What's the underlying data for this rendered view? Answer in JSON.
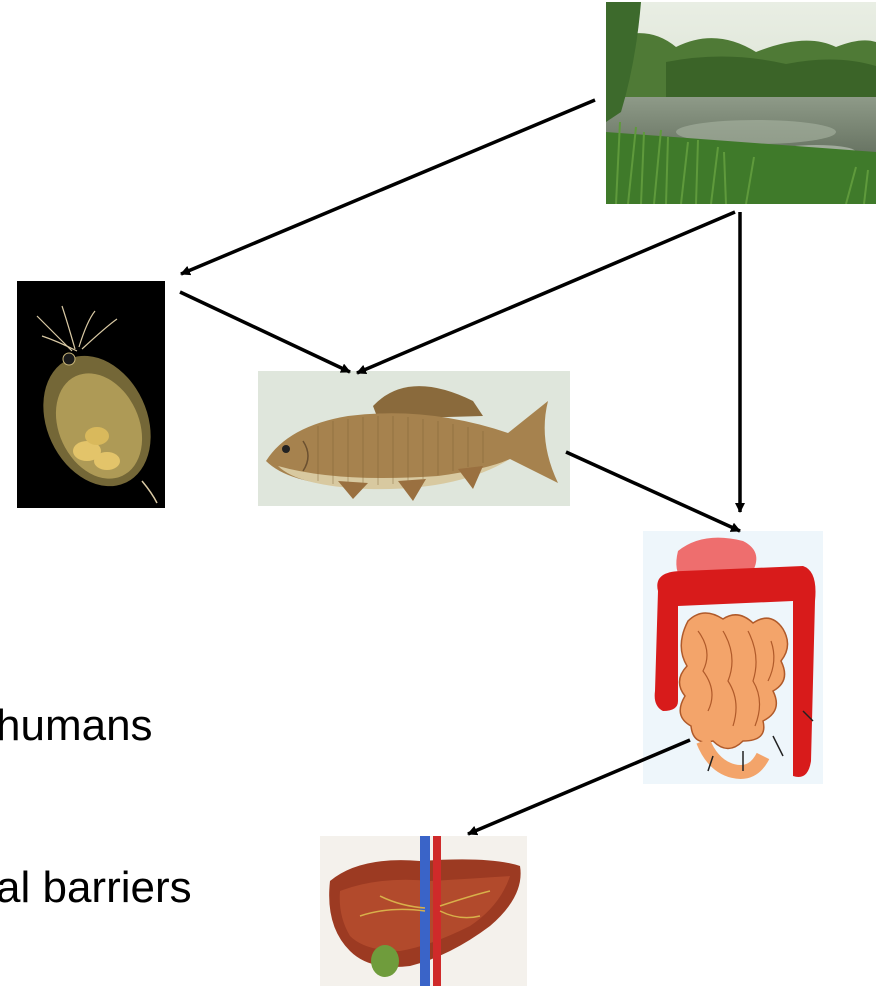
{
  "images": {
    "pond": "pond-landscape-photo",
    "daphnia": "water-flea-daphnia-image",
    "fish": "carp-fish-image",
    "intestine": "digestive-tract-illustration",
    "liver": "liver-illustration"
  },
  "labels": {
    "humans": "humans",
    "barriers": "al barriers"
  },
  "colors": {
    "arrow": "#000000",
    "background": "#ffffff"
  }
}
